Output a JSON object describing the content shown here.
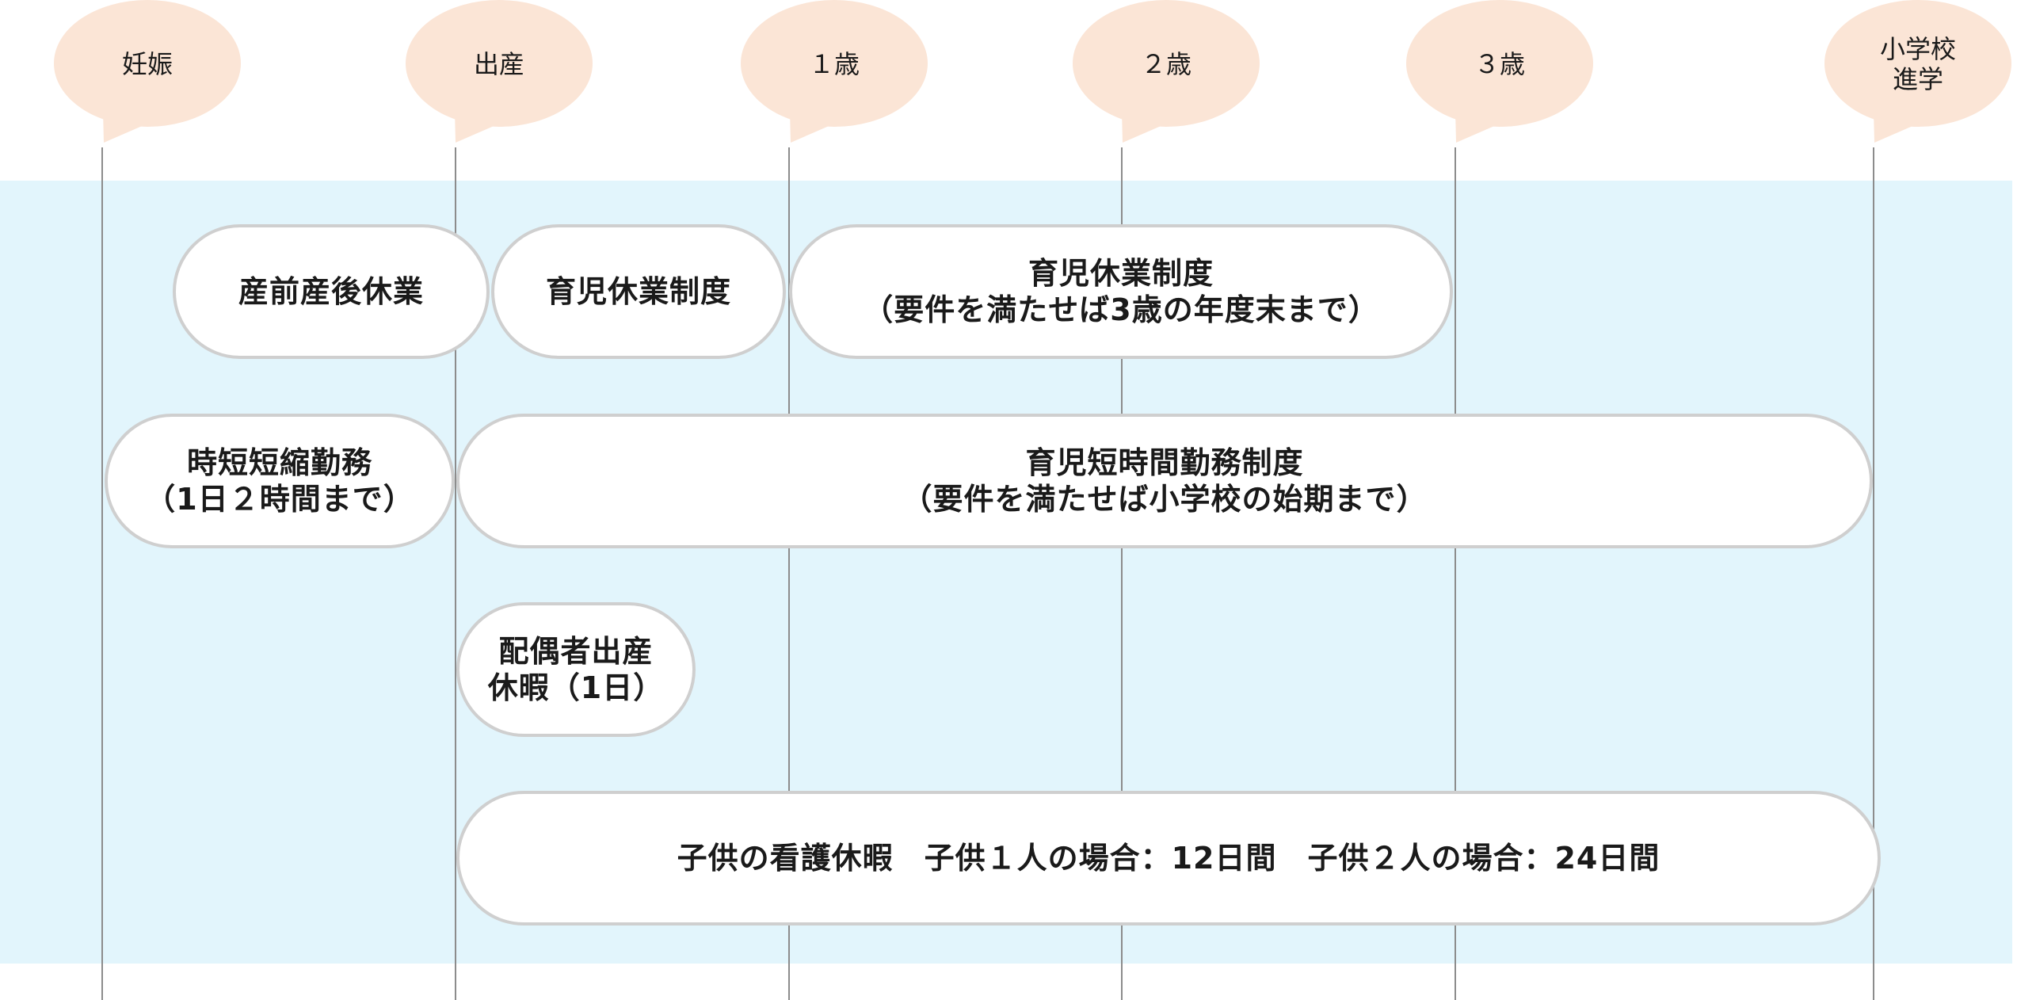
{
  "colors": {
    "band": "#e2f5fc",
    "bubble": "#fbe5d6",
    "pill_fill": "#ffffff",
    "pill_border": "#cfcfcf",
    "line": "#8c8c8c"
  },
  "milestones": [
    {
      "label": "妊娠"
    },
    {
      "label": "出産"
    },
    {
      "label": "１歳"
    },
    {
      "label": "２歳"
    },
    {
      "label": "３歳"
    },
    {
      "label": "小学校\n進学"
    }
  ],
  "programs": {
    "maternity_leave": "産前産後休業",
    "childcare_leave": "育児休業制度",
    "childcare_leave_extended": "育児休業制度\n（要件を満たせば3歳の年度末まで）",
    "shorter_hours": "時短短縮勤務\n（1日２時間まで）",
    "childcare_short_hours": "育児短時間勤務制度\n（要件を満たせば小学校の始期まで）",
    "spouse_birth_leave": "配偶者出産\n休暇（1日）",
    "child_nursing_leave": "子供の看護休暇　子供１人の場合：12日間　子供２人の場合：24日間"
  }
}
